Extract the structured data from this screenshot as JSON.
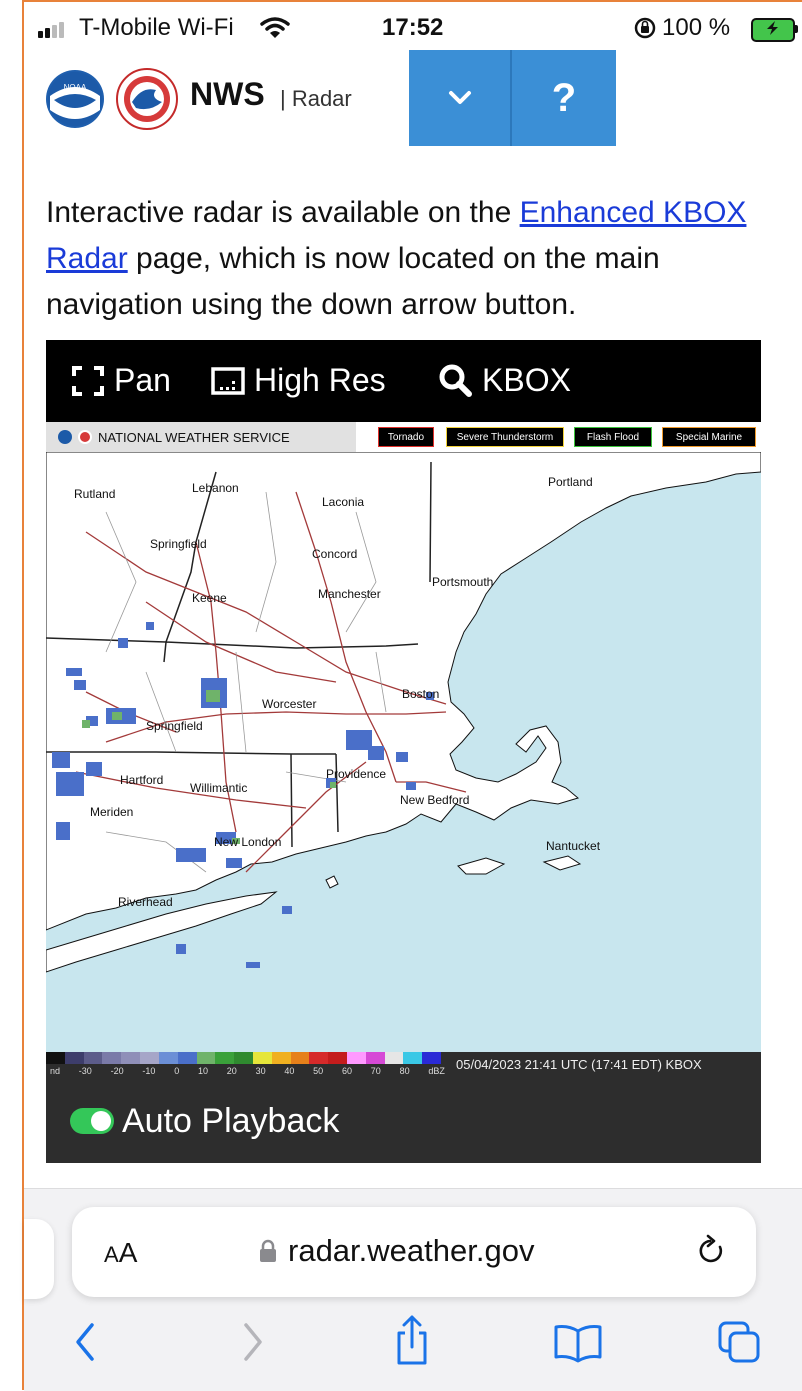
{
  "status_bar": {
    "carrier": "T-Mobile Wi-Fi",
    "time": "17:52",
    "battery": "100 %"
  },
  "header": {
    "site_title": "NWS",
    "site_subtitle": "| Radar",
    "menu_button_icon": "chevron-down-icon",
    "help_button_label": "?",
    "accent_color": "#3b8fd6"
  },
  "intro": {
    "text_before": "Interactive radar is available on the ",
    "link_text": "Enhanced KBOX Radar",
    "text_after": " page, which is now located on the main navigation using the down arrow button."
  },
  "radar": {
    "toolbar": {
      "pan_label": "Pan",
      "high_res_label": "High Res",
      "station_label": "KBOX"
    },
    "map_header": {
      "banner_text": "NATIONAL WEATHER SERVICE",
      "warnings": [
        {
          "label": "Tornado",
          "color": "#e0302a"
        },
        {
          "label": "Severe Thunderstorm",
          "color": "#f2d23a"
        },
        {
          "label": "Flash Flood",
          "color": "#3bc43b"
        },
        {
          "label": "Special Marine",
          "color": "#f09a2a"
        }
      ]
    },
    "map_labels": [
      "Rutland",
      "Lebanon",
      "Laconia",
      "Springfield",
      "Concord",
      "Portland",
      "Portsmouth",
      "Manchester",
      "Keene",
      "Worcester",
      "Boston",
      "Springfield",
      "Hartford",
      "Willimantic",
      "Providence",
      "Meriden",
      "New Bedford",
      "New London",
      "Nantucket",
      "Riverhead"
    ],
    "dbz_scale": [
      "nd",
      "-30",
      "-20",
      "-10",
      "0",
      "10",
      "20",
      "30",
      "40",
      "50",
      "60",
      "70",
      "80",
      "dBZ"
    ],
    "timestamp": "05/04/2023 21:41 UTC (17:41 EDT) KBOX",
    "playback_label": "Auto Playback",
    "playback_on": true
  },
  "browser": {
    "text_size_label_big": "A",
    "text_size_label_small": "A",
    "url": "radar.weather.gov"
  }
}
